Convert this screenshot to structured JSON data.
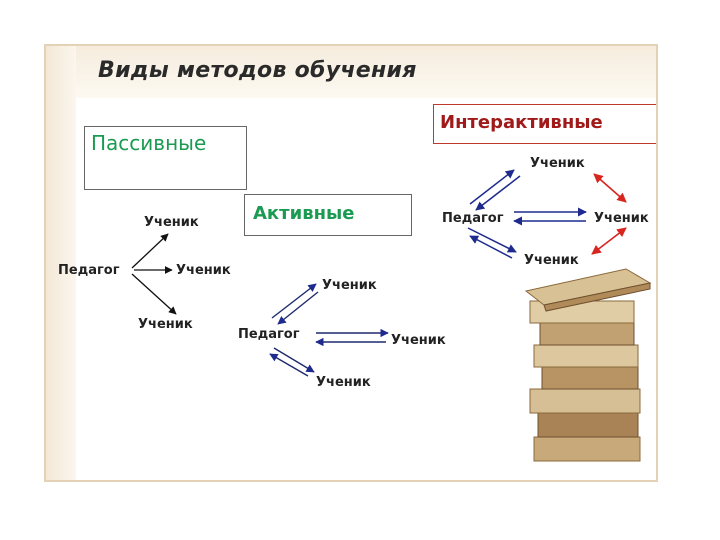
{
  "title": "Виды методов обучения",
  "boxes": {
    "passive": "Пассивные",
    "active": "Активные",
    "interactive": "Интерактивные"
  },
  "passive": {
    "teacher": "Педагог",
    "s1": "Ученик",
    "s2": "Ученик",
    "s3": "Ученик"
  },
  "active": {
    "teacher": "Педагог",
    "s1": "Ученик",
    "s2": "Ученик",
    "s3": "Ученик"
  },
  "interactive": {
    "teacher": "Педагог",
    "s1": "Ученик",
    "s2": "Ученик",
    "s3": "Ученик"
  },
  "colors": {
    "passive_arrow": "#111111",
    "active_arrow": "#1e2a6e",
    "interactive_arrow": "#1e2a8e",
    "student_link": "#d8251f",
    "accent_green": "#1a9b51"
  }
}
